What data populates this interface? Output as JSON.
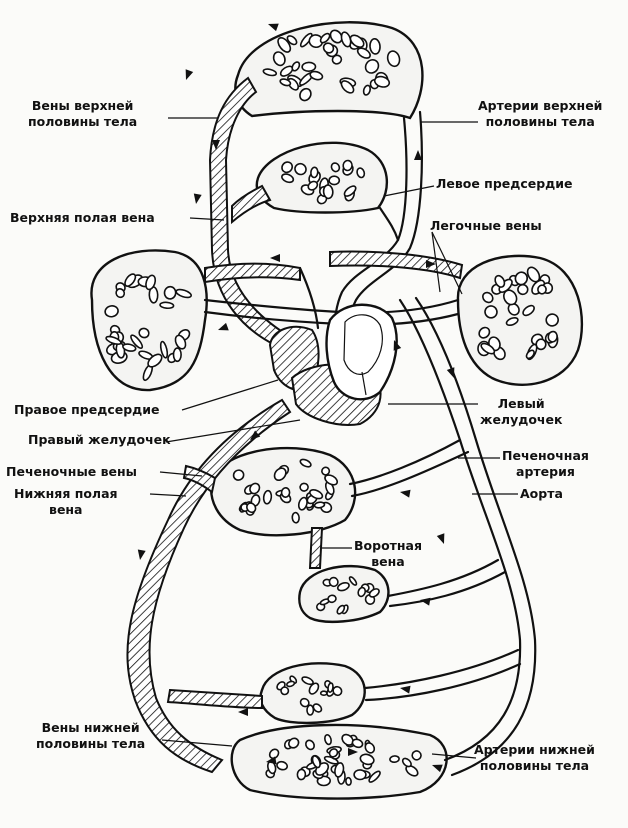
{
  "labels": {
    "veins_upper": "Вены верхней\nполовины тела",
    "arteries_upper": "Артерии верхней\nполовины тела",
    "left_atrium": "Левое предсердие",
    "superior_vena_cava": "Верхняя полая вена",
    "pulmonary_veins": "Легочные вены",
    "right_atrium": "Правое предсердие",
    "left_ventricle": "Левый\nжелудочек",
    "right_ventricle": "Правый желудочек",
    "hepatic_veins": "Печеночные вены",
    "hepatic_artery": "Печеночная\nартерия",
    "inferior_vena_cava": "Нижняя полая\nвена",
    "aorta": "Аорта",
    "portal_vein": "Воротная\nвена",
    "veins_lower": "Вены нижней\nполовины тела",
    "arteries_lower": "Артерии нижней\nполовины тела"
  }
}
